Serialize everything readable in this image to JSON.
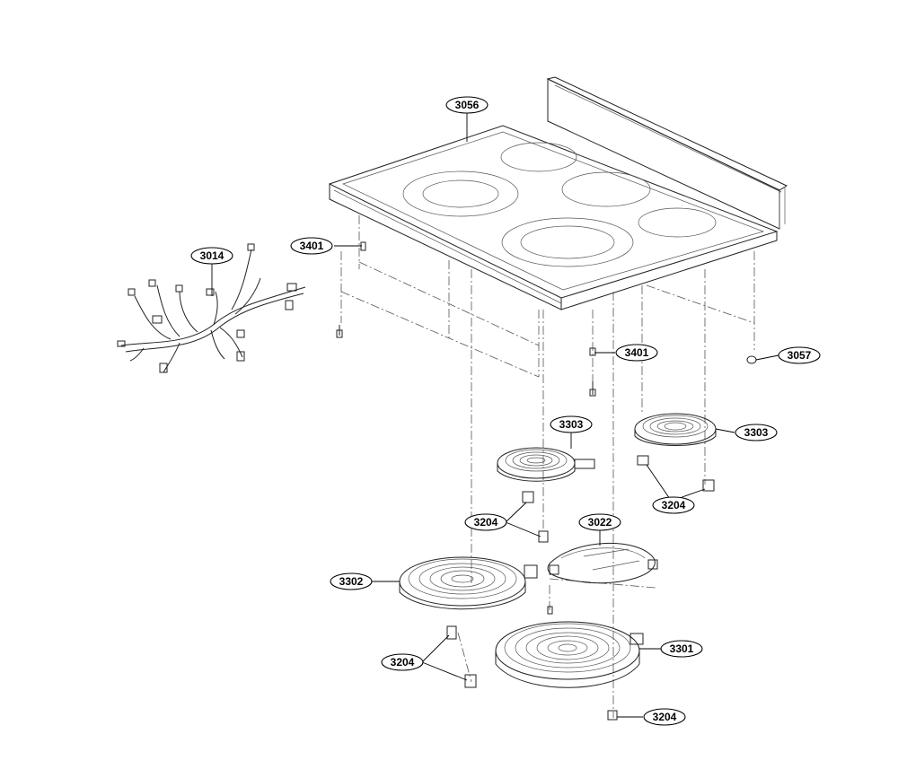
{
  "callouts": {
    "c3056": "3056",
    "c3401a": "3401",
    "c3014": "3014",
    "c3401b": "3401",
    "c3057": "3057",
    "c3303a": "3303",
    "c3303b": "3303",
    "c3204a": "3204",
    "c3204b": "3204",
    "c3022": "3022",
    "c3302": "3302",
    "c3204c": "3204",
    "c3301": "3301",
    "c3204d": "3204"
  }
}
